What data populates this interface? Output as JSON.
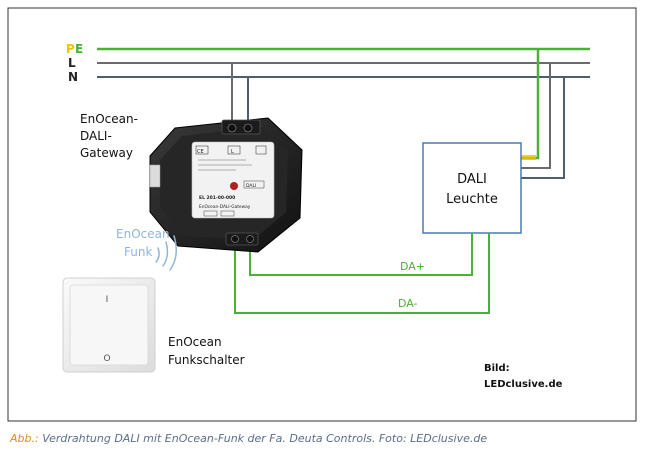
{
  "diagram": {
    "bus_labels": {
      "pe_p": "P",
      "pe_e": "E",
      "l": "L",
      "n": "N"
    },
    "gateway_label": [
      "EnOcean-",
      "DALI-",
      "Gateway"
    ],
    "gateway_device": {
      "terminal_top": [
        "L",
        "N"
      ],
      "terminal_ce": "CE",
      "terminal_l": "L",
      "part_no": "EL 201-00-000",
      "model": "EnOcean-DALI-Gateway",
      "small_label": "DALI",
      "bottom_terminals": [
        "DA-",
        "DA+"
      ]
    },
    "radio_label": [
      "EnOcean",
      "Funk"
    ],
    "dali_box": [
      "DALI",
      "Leuchte"
    ],
    "wire_da_plus": "DA+",
    "wire_da_minus": "DA-",
    "switch_label": [
      "EnOcean",
      "Funkschalter"
    ],
    "switch_symbols": {
      "top": "I",
      "bottom": "O"
    },
    "credit": [
      "Bild:",
      "LEDclusive.de"
    ],
    "colors": {
      "pe": "#4caf38",
      "l": "#666666",
      "n": "#4f5d6e",
      "dali_wire": "#4caf38",
      "box_border": "#4a78b5",
      "radio_text": "#8fb6d8",
      "pe_label_p": "#f2c200",
      "pe_label_e": "#4caf38"
    }
  },
  "caption": {
    "prefix": "Abb.:",
    "text": " Verdrahtung DALI mit EnOcean-Funk der Fa. Deuta Controls. Foto: LEDclusive.de"
  }
}
